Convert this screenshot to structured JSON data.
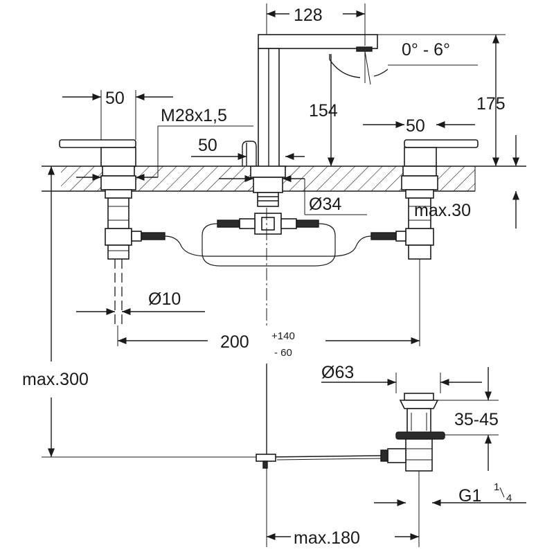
{
  "dimensions": {
    "spout_reach": "128",
    "spout_tilt": "0° - 6°",
    "handle_width_left": "50",
    "thread": "M28x1,5",
    "lift_rod_offset": "50",
    "spout_height": "154",
    "overall_height": "175",
    "handle_width_right": "50",
    "spout_hole_diameter": "Ø34",
    "deck_thickness": "max.30",
    "supply_diameter": "Ø10",
    "center_spacing": "200",
    "center_spacing_plus": "+140",
    "center_spacing_minus": "- 60",
    "total_depth": "max.300",
    "drain_diameter": "Ø63",
    "drain_height": "35-45",
    "drain_thread": "G1",
    "drain_thread_num": "1",
    "drain_thread_den": "4",
    "drain_reach": "max.180"
  }
}
